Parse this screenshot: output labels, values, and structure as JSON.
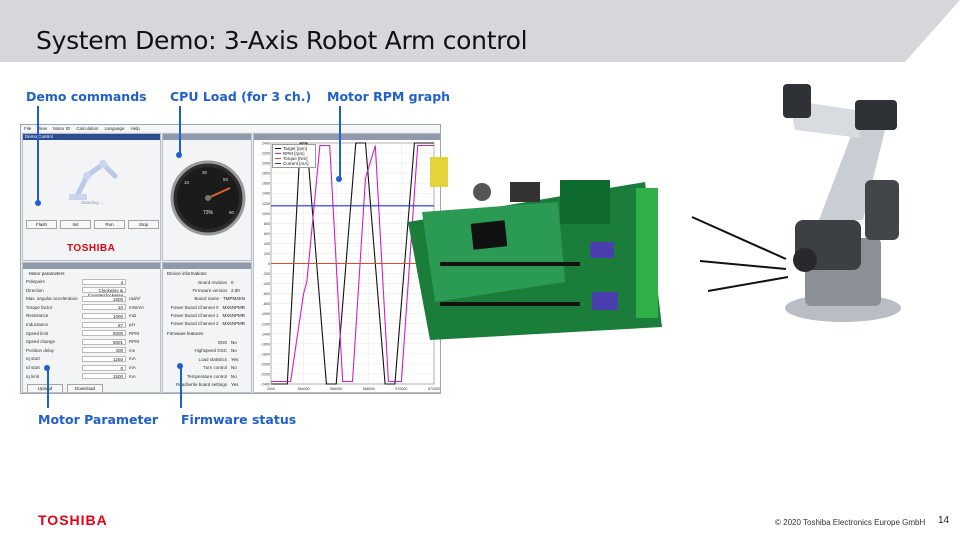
{
  "slide": {
    "title": "System Demo: 3-Axis Robot Arm control",
    "page_number": "14",
    "copyright": "© 2020 Toshiba Electronics Europe GmbH",
    "footer_logo": "TOSHIBA"
  },
  "callouts": {
    "demo_commands": "Demo commands",
    "cpu_load": "CPU Load (for 3 ch.)",
    "motor_rpm_graph": "Motor RPM graph",
    "motor_parameter": "Motor Parameter",
    "firmware_status": "Firmware status"
  },
  "app": {
    "menu": [
      "File",
      "View",
      "Motor ID",
      "Calculation",
      "Language",
      "Help"
    ],
    "demo_panel_title": "Demo Control",
    "demo_status": "Standing ...",
    "demo_buttons": [
      "Flash",
      "Init",
      "Run",
      "Stop"
    ],
    "logo": "TOSHIBA",
    "gauge_value": "73%",
    "gauge_ticks": [
      "10",
      "20",
      "30",
      "40",
      "50",
      "60",
      "70",
      "80",
      "90",
      "100"
    ],
    "motor_params_header": "Motor parameters",
    "motor_params": [
      {
        "label": "Polepairs",
        "value": "4",
        "unit": ""
      },
      {
        "label": "Direction",
        "value": "Clockwise & Counterclockwise",
        "unit": ""
      },
      {
        "label": "Max. angular acceleration",
        "value": "1500",
        "unit": "rad/s²"
      },
      {
        "label": "Torque factor",
        "value": "10",
        "unit": "mNm/A"
      },
      {
        "label": "Resistance",
        "value": "1000",
        "unit": "mΩ"
      },
      {
        "label": "Inductance",
        "value": "87",
        "unit": "µH"
      },
      {
        "label": "Speed limit",
        "value": "8000",
        "unit": "RPM"
      },
      {
        "label": "Speed change",
        "value": "8001",
        "unit": "RPM"
      },
      {
        "label": "Position delay",
        "value": "400",
        "unit": "ms"
      },
      {
        "label": "Iq start",
        "value": "1250",
        "unit": "mA"
      },
      {
        "label": "Id start",
        "value": "0",
        "unit": "mA"
      },
      {
        "label": "Iq limit",
        "value": "1500",
        "unit": "mA"
      }
    ],
    "param_buttons": [
      "Upload",
      "Download"
    ],
    "device_info_header": "Device informations",
    "device_info": [
      {
        "label": "Board revision",
        "value": "0"
      },
      {
        "label": "Firmware version",
        "value": "2.00"
      },
      {
        "label": "Board name",
        "value": "TMPM4KN"
      },
      {
        "label": "Power Board Channel 0",
        "value": "MX6NPMR"
      },
      {
        "label": "Power Board Channel 1",
        "value": "MX6NPMR"
      },
      {
        "label": "Power Board Channel 2",
        "value": "MX6NPMR"
      }
    ],
    "firmware_header": "Firmware features",
    "firmware": [
      {
        "label": "EN0",
        "value": "No"
      },
      {
        "label": "Highspeed OSC",
        "value": "No"
      },
      {
        "label": "Load statistics",
        "value": "Yes"
      },
      {
        "label": "Turn control",
        "value": "No"
      },
      {
        "label": "Temperature control",
        "value": "No"
      },
      {
        "label": "Read/write board settings",
        "value": "Yes"
      }
    ],
    "legend": [
      "Target [rpm]",
      "RPM [rpm]",
      "Torque [Nm]",
      "Current [mA]"
    ]
  },
  "chart_data": {
    "type": "line",
    "ylim": [
      -2400,
      2400
    ],
    "yticks": [
      "2400",
      "2200",
      "2000",
      "1800",
      "1600",
      "1400",
      "1200",
      "1000",
      "800",
      "600",
      "400",
      "200",
      "0",
      "-200",
      "-400",
      "-600",
      "-800",
      "-1000",
      "-1200",
      "-1400",
      "-1600",
      "-1800",
      "-2000",
      "-2200",
      "-2400"
    ],
    "xticks": [
      "2000",
      "564000",
      "566000",
      "568000",
      "570000",
      "572000"
    ],
    "legend_position": "top-left",
    "series": [
      {
        "name": "Target [rpm]",
        "color": "#111111",
        "points": [
          [
            0.0,
            -2400
          ],
          [
            0.1,
            -2400
          ],
          [
            0.18,
            2400
          ],
          [
            0.22,
            2400
          ],
          [
            0.34,
            -2400
          ],
          [
            0.4,
            -2400
          ],
          [
            0.52,
            2400
          ],
          [
            0.58,
            2400
          ],
          [
            0.7,
            -2400
          ],
          [
            0.76,
            -2400
          ],
          [
            0.88,
            2400
          ],
          [
            1.0,
            2400
          ]
        ]
      },
      {
        "name": "RPM [rpm]",
        "color": "#d01fc9",
        "points": [
          [
            0.0,
            -2350
          ],
          [
            0.12,
            -2350
          ],
          [
            0.2,
            -600
          ],
          [
            0.22,
            -350
          ],
          [
            0.3,
            2350
          ],
          [
            0.36,
            2350
          ],
          [
            0.44,
            -2350
          ],
          [
            0.5,
            -2350
          ],
          [
            0.58,
            1700
          ],
          [
            0.64,
            2350
          ],
          [
            0.72,
            -2350
          ],
          [
            0.8,
            -2350
          ],
          [
            0.9,
            2350
          ],
          [
            1.0,
            2350
          ]
        ]
      },
      {
        "name": "Torque [Nm]",
        "color": "#e3462b",
        "points": [
          [
            0.0,
            0
          ],
          [
            1.0,
            0
          ]
        ]
      },
      {
        "name": "Current [mA]",
        "color": "#1d35d6",
        "points": [
          [
            0.0,
            1150
          ],
          [
            1.0,
            1150
          ]
        ]
      }
    ]
  },
  "colors": {
    "accent_blue": "#1f5fcf",
    "toshiba_red": "#e60012",
    "title_band": "#d3d5d9"
  }
}
